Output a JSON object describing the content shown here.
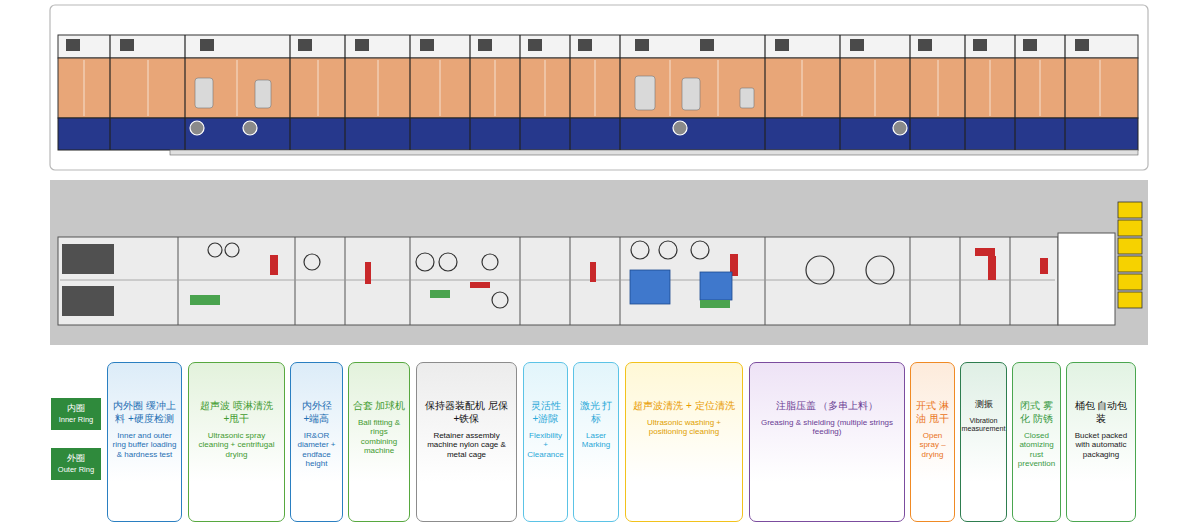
{
  "diagram": {
    "nodes": [
      {
        "text": [
          "内圈",
          "Inner Ring"
        ]
      },
      {
        "text": [
          "外圈",
          "Outer Ring"
        ]
      },
      {
        "text": [
          "内外圈 缓冲上料 +硬度检测",
          "Inner and outer ring buffer loading & hardness test"
        ]
      },
      {
        "text": [
          "超声波 喷淋清洗 +甩干",
          "Ultrasonic spray cleaning + centrifugal drying"
        ]
      },
      {
        "text": [
          "内外径 +端高",
          "IR&OR diameter + endface height"
        ]
      },
      {
        "text": [
          "合套 加球机",
          "Ball fitting & rings combining machine"
        ]
      },
      {
        "text": [
          "保持器装配机 尼保+铁保",
          "Retainer assembly machine nylon cage & metal cage"
        ]
      },
      {
        "text": [
          "灵活性 +游隙",
          "Flexibility + Clearance"
        ]
      },
      {
        "text": [
          "激光 打标",
          "Laser Marking"
        ]
      },
      {
        "text": [
          "超声波清洗 + 定位清洗",
          "Ultrasonic washing + positioning cleaning"
        ]
      },
      {
        "text": [
          "注脂压盖 （多串上料）",
          "Greasing & shielding (multiple strings feeding)"
        ]
      },
      {
        "text": [
          "开式 淋油 甩干",
          "Open spray –drying"
        ]
      },
      {
        "text": [
          "测振",
          "Vibration measurement"
        ]
      },
      {
        "text": [
          "闭式 雾化 防锈",
          "Closed atomizing rust prevention"
        ]
      },
      {
        "text": [
          "桶包 自动包装",
          "Bucket packed with automatic packaging"
        ]
      }
    ]
  }
}
